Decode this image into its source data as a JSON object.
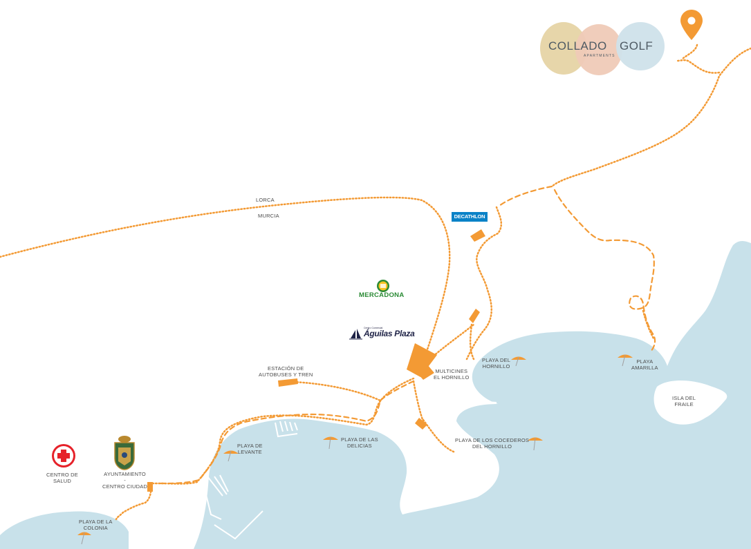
{
  "brand": {
    "word_left": "COLLADO",
    "word_right": "GOLF",
    "subtitle": "APARTMENTS",
    "pin_icon": "location-pin-icon"
  },
  "colors": {
    "sea": "#c8e1ea",
    "route": "#f39a34",
    "blob_left": "#e7d6aa",
    "blob_mid": "#efcab7",
    "blob_right": "#cfe2ea",
    "cross": "#e6222a",
    "decathlon": "#0a82c7",
    "mercadona": "#2a8a34"
  },
  "roads": {
    "lorca": "LORCA",
    "murcia": "MURCIA"
  },
  "pois": {
    "decathlon": "DECATHLON",
    "mercadona": "MERCADONA",
    "aguilas_plaza_small": "Centro Comercial",
    "aguilas_plaza": "Águilas Plaza",
    "estacion_line1": "ESTACIÓN DE",
    "estacion_line2": "AUTOBUSES Y TREN",
    "multicines_line1": "MULTICINES",
    "multicines_line2": "EL HORNILLO",
    "centro_salud_line1": "CENTRO DE",
    "centro_salud_line2": "SALUD",
    "ayuntamiento_line1": "AYUNTAMIENTO",
    "ayuntamiento_line2": "-",
    "ayuntamiento_line3": "CENTRO CIUDAD"
  },
  "beaches": {
    "colonia_line1": "PLAYA DE LA",
    "colonia_line2": "COLONIA",
    "levante_line1": "PLAYA DE",
    "levante_line2": "LEVANTE",
    "delicias_line1": "PLAYA DE LAS",
    "delicias_line2": "DELICIAS",
    "hornillo_line1": "PLAYA DEL",
    "hornillo_line2": "HORNILLO",
    "cocederos_line1": "PLAYA DE LOS COCEDEROS",
    "cocederos_line2": "DEL HORNILLO",
    "amarilla_line1": "PLAYA",
    "amarilla_line2": "AMARILLA"
  },
  "islands": {
    "fraile_line1": "ISLA DEL",
    "fraile_line2": "FRAILE"
  },
  "icons": {
    "beach": "beach-umbrella-icon",
    "health": "red-cross-icon",
    "townhall": "coat-of-arms-icon"
  }
}
